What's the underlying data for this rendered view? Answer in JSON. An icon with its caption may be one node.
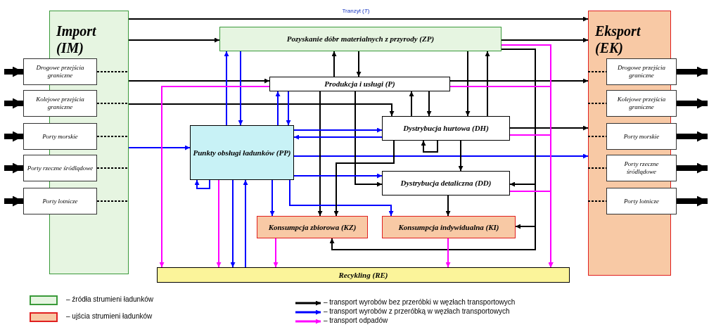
{
  "diagram": {
    "nodes": [
      {
        "text": [
          "Import (IM)"
        ]
      },
      {
        "text": [
          "Drogowe przejścia graniczne"
        ]
      },
      {
        "text": [
          "Kolejowe przejścia graniczne"
        ]
      },
      {
        "text": [
          "Porty morskie"
        ]
      },
      {
        "text": [
          "Porty rzeczne śródlądowe"
        ]
      },
      {
        "text": [
          "Porty lotnicze"
        ]
      },
      {
        "text": [
          "Pozyskanie dóbr materialnych z przyrody (ZP)"
        ]
      },
      {
        "text": [
          "Produkcja i usługi (P)"
        ]
      },
      {
        "text": [
          "Punkty obsługi ładunków (PP)"
        ]
      },
      {
        "text": [
          "Dystrybucja hurtowa (DH)"
        ]
      },
      {
        "text": [
          "Dystrybucja detaliczna (DD)"
        ]
      },
      {
        "text": [
          "Konsumpcja zbiorowa (KZ)"
        ]
      },
      {
        "text": [
          "Konsumpcja indywidualna (KI)"
        ]
      },
      {
        "text": [
          "Recykling (RE)"
        ]
      },
      {
        "text": [
          "Eksport (EK)"
        ]
      },
      {
        "text": [
          "Drogowe przejścia graniczne"
        ]
      },
      {
        "text": [
          "Kolejowe przejścia graniczne"
        ]
      },
      {
        "text": [
          "Porty morskie"
        ]
      },
      {
        "text": [
          "Porty rzeczne śródlądowe"
        ]
      },
      {
        "text": [
          "Porty lotnicze"
        ]
      }
    ],
    "edges": [
      {
        "from": null,
        "to": 1,
        "arrow": "to",
        "style": "thick"
      },
      {
        "from": null,
        "to": 2,
        "arrow": "to",
        "style": "thick"
      },
      {
        "from": null,
        "to": 3,
        "arrow": "to",
        "style": "thick"
      },
      {
        "from": null,
        "to": 4,
        "arrow": "to",
        "style": "thick"
      },
      {
        "from": null,
        "to": 5,
        "arrow": "to",
        "style": "thick"
      },
      {
        "from": 1,
        "to": 0,
        "arrow": "none",
        "style": "dashed"
      },
      {
        "from": 2,
        "to": 0,
        "arrow": "none",
        "style": "dashed"
      },
      {
        "from": 3,
        "to": 0,
        "arrow": "none",
        "style": "dashed"
      },
      {
        "from": 4,
        "to": 0,
        "arrow": "none",
        "style": "dashed"
      },
      {
        "from": 5,
        "to": 0,
        "arrow": "none",
        "style": "dashed"
      },
      {
        "from": 14,
        "to": 15,
        "arrow": "none",
        "style": "dashed"
      },
      {
        "from": 14,
        "to": 16,
        "arrow": "none",
        "style": "dashed"
      },
      {
        "from": 14,
        "to": 17,
        "arrow": "none",
        "style": "dashed"
      },
      {
        "from": 14,
        "to": 18,
        "arrow": "none",
        "style": "dashed"
      },
      {
        "from": 14,
        "to": 19,
        "arrow": "none",
        "style": "dashed"
      },
      {
        "from": 15,
        "to": null,
        "arrow": "to",
        "style": "thick"
      },
      {
        "from": 16,
        "to": null,
        "arrow": "to",
        "style": "thick"
      },
      {
        "from": 17,
        "to": null,
        "arrow": "to",
        "style": "thick"
      },
      {
        "from": 18,
        "to": null,
        "arrow": "to",
        "style": "thick"
      },
      {
        "from": 19,
        "to": null,
        "arrow": "to",
        "style": "thick"
      },
      {
        "from": 0,
        "to": 14,
        "arrow": "to",
        "label": "Tranzyt (*T*)"
      },
      {
        "from": 0,
        "to": 6,
        "arrow": "to"
      },
      {
        "from": 6,
        "to": 14,
        "arrow": "to"
      },
      {
        "from": 0,
        "to": 7,
        "arrow": "to"
      },
      {
        "from": 7,
        "to": 14,
        "arrow": "to"
      },
      {
        "from": 0,
        "to": 9,
        "arrow": "to"
      },
      {
        "from": 9,
        "to": 14,
        "arrow": "to"
      },
      {
        "from": 0,
        "to": 8,
        "arrow": "to",
        "color": "#0000ff"
      },
      {
        "from": 8,
        "to": 14,
        "arrow": "to",
        "color": "#0000ff"
      },
      {
        "from": 7,
        "to": 6,
        "arrow": "to"
      },
      {
        "from": 6,
        "to": 7,
        "arrow": "to"
      },
      {
        "from": 8,
        "to": 6,
        "arrow": "to",
        "color": "#0000ff"
      },
      {
        "from": 6,
        "to": 8,
        "arrow": "to",
        "color": "#0000ff"
      },
      {
        "from": 8,
        "to": 7,
        "arrow": "to",
        "color": "#0000ff"
      },
      {
        "from": 7,
        "to": 8,
        "arrow": "to",
        "color": "#0000ff"
      },
      {
        "from": 7,
        "to": 9,
        "arrow": "to"
      },
      {
        "from": 9,
        "to": 7,
        "arrow": "to"
      },
      {
        "from": 7,
        "to": 11,
        "arrow": "to"
      },
      {
        "from": 7,
        "to": 10,
        "arrow": "to"
      },
      {
        "from": 8,
        "to": 9,
        "arrow": "to",
        "color": "#0000ff"
      },
      {
        "from": 9,
        "to": 8,
        "arrow": "to",
        "color": "#0000ff"
      },
      {
        "from": 9,
        "to": 10,
        "arrow": "to"
      },
      {
        "from": 9,
        "to": 9,
        "arrow": "to"
      },
      {
        "from": 8,
        "to": 8,
        "arrow": "to",
        "color": "#0000ff"
      },
      {
        "from": 8,
        "to": 10,
        "arrow": "to",
        "color": "#0000ff"
      },
      {
        "from": 8,
        "to": 11,
        "arrow": "to",
        "color": "#0000ff"
      },
      {
        "from": 8,
        "to": 12,
        "arrow": "to",
        "color": "#0000ff"
      },
      {
        "from": 9,
        "to": 11,
        "arrow": "to"
      },
      {
        "from": 10,
        "to": 12,
        "arrow": "to"
      },
      {
        "from": 6,
        "to": 9,
        "arrow": "to"
      },
      {
        "from": 9,
        "to": 6,
        "arrow": "to"
      },
      {
        "from": 6,
        "to": 10,
        "arrow": "to"
      },
      {
        "from": 6,
        "to": 12,
        "arrow": "to"
      },
      {
        "from": 6,
        "to": 11,
        "arrow": "to"
      },
      {
        "from": 7,
        "to": 13,
        "arrow": "to",
        "color": "#ff00ff"
      },
      {
        "from": 7,
        "to": 13,
        "arrow": "to",
        "color": "#ff00ff"
      },
      {
        "from": 6,
        "to": 13,
        "arrow": "to",
        "color": "#ff00ff"
      },
      {
        "from": 9,
        "to": 13,
        "arrow": "to",
        "color": "#ff00ff"
      },
      {
        "from": 10,
        "to": 13,
        "arrow": "to",
        "color": "#ff00ff"
      },
      {
        "from": 8,
        "to": 13,
        "arrow": "to",
        "color": "#ff00ff"
      },
      {
        "from": 8,
        "to": 13,
        "arrow": "to",
        "color": "#0000ff"
      },
      {
        "from": 13,
        "to": 8,
        "arrow": "to",
        "color": "#0000ff"
      },
      {
        "from": 11,
        "to": 13,
        "arrow": "to",
        "color": "#ff00ff"
      },
      {
        "from": 12,
        "to": 13,
        "arrow": "to",
        "color": "#ff00ff"
      }
    ],
    "legend": [
      {
        "text": "– źródła strumieni ładunków",
        "color": "#e6f5e1"
      },
      {
        "text": "– ujścia strumieni ładunków",
        "color": "#f8c9a5"
      },
      {
        "text": "– transport wyrobów bez przeróbki w węzłach transportowych"
      },
      {
        "text": "– transport wyrobów z przeróbką w węzłach transportowych"
      },
      {
        "text": "– transport odpadów"
      }
    ]
  }
}
